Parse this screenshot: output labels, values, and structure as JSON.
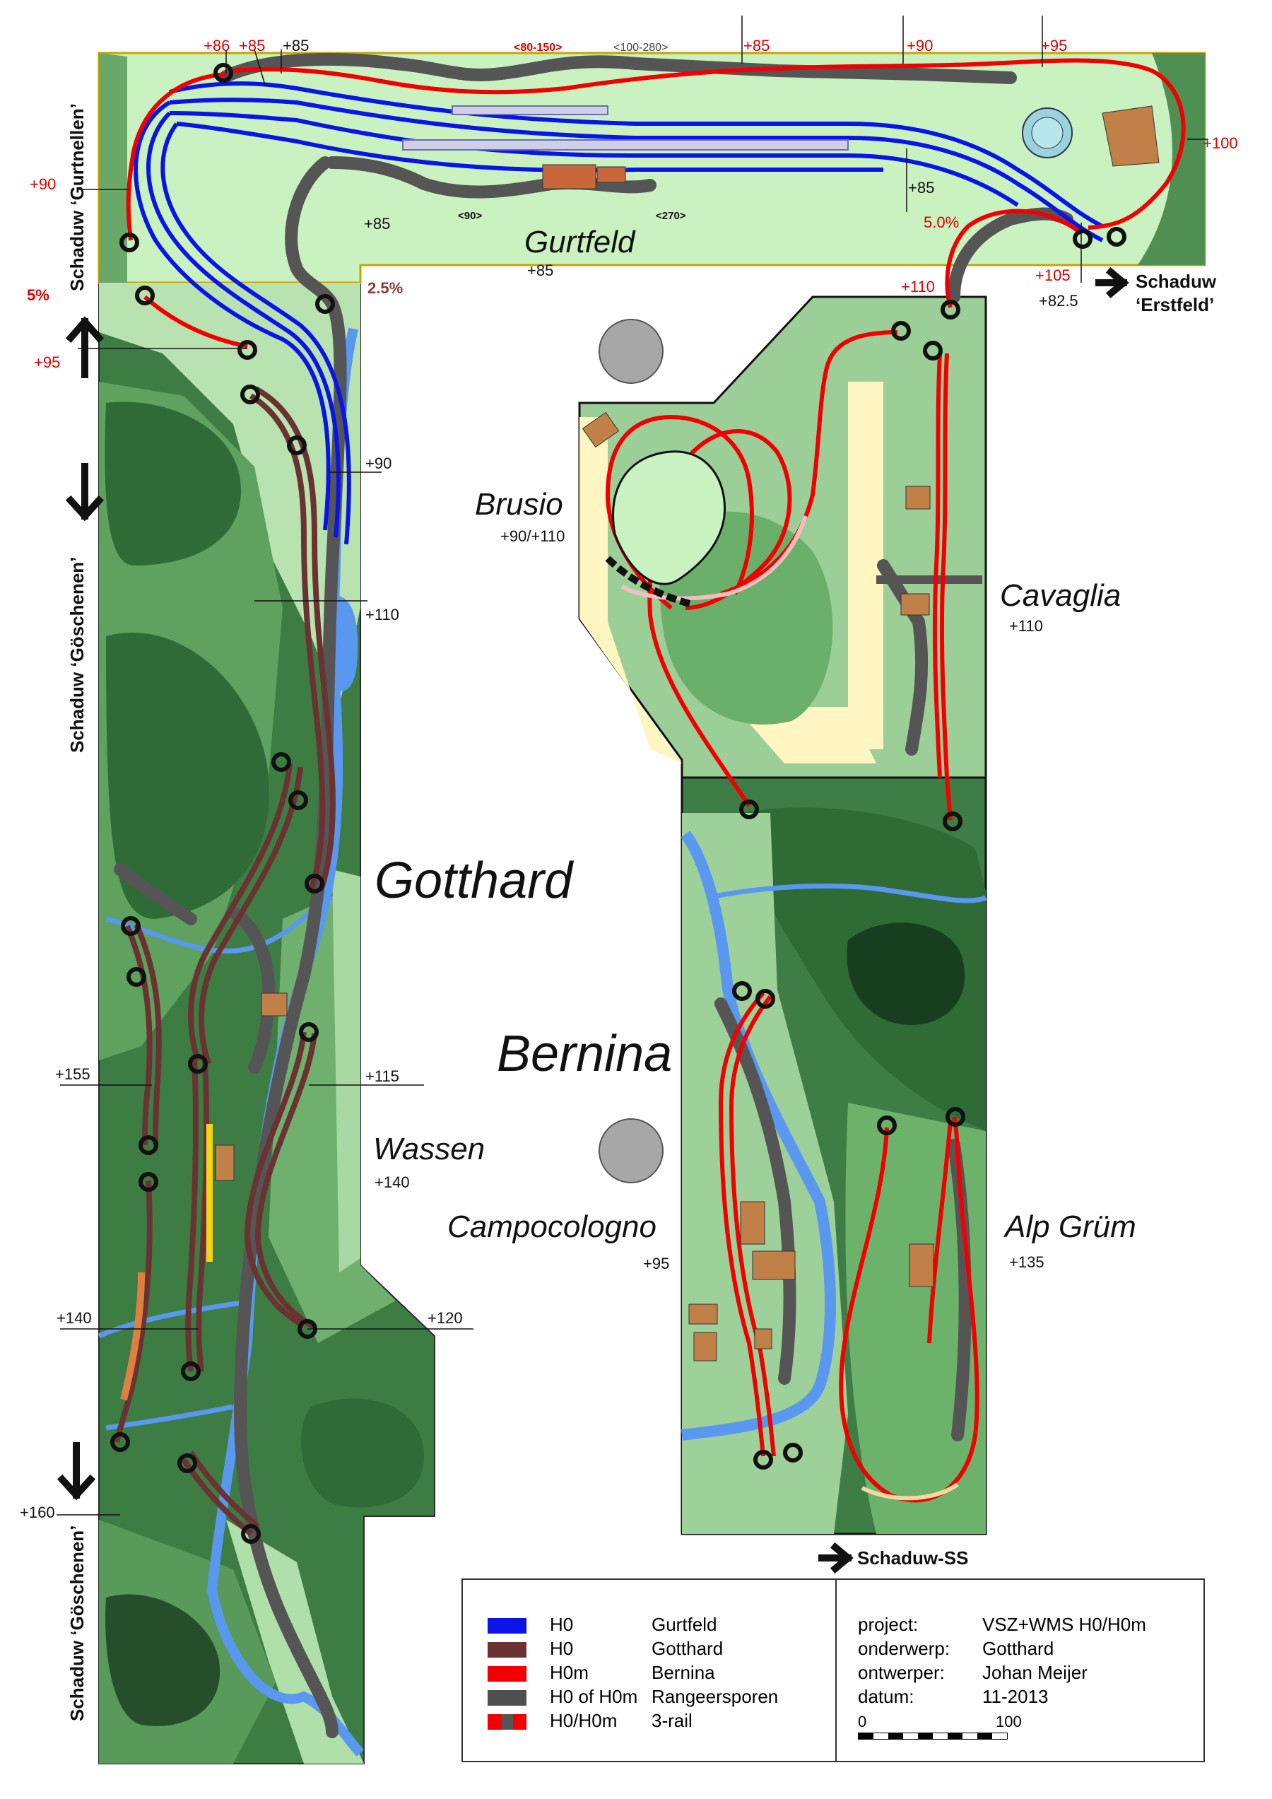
{
  "stations": {
    "gurtfeld": "Gurtfeld",
    "gotthard": "Gotthard",
    "bernina": "Bernina",
    "wassen": "Wassen",
    "brusio": "Brusio",
    "cavaglia": "Cavaglia",
    "campocologno": "Campocologno",
    "alp_grum": "Alp Grüm"
  },
  "heights": {
    "gurtfeld": "+85",
    "brusio": "+90/+110",
    "cavaglia": "+110",
    "wassen": "+140",
    "campocologno": "+95",
    "alp_grum": "+135"
  },
  "shadow_labels": {
    "gurtnellen": "Schaduw ‘Gurtnellen’",
    "goschenen_top": "Schaduw ‘Göschenen’",
    "goschenen_bottom": "Schaduw ‘Göschenen’",
    "erstfeld_1": "Schaduw",
    "erstfeld_2": "‘Erstfeld’",
    "ss": "Schaduw-SS"
  },
  "top_labels": {
    "h86": "+86",
    "h85a": "+85",
    "h85b": "+85",
    "r80_150": "<80-150>",
    "r100_280": "<100-280>",
    "h85c": "+85",
    "h90": "+90",
    "h95": "+95",
    "h100": "+100",
    "h90_left": "+90",
    "h85_in1": "+85",
    "h85_in2": "+85",
    "r90": "<90>",
    "r270": "<270>",
    "g50": "5.0%",
    "h105": "+105",
    "h82_5": "+82.5",
    "h110_top": "+110"
  },
  "side_labels": {
    "pct5": "5%",
    "h95_left": "+95",
    "pct2_5": "2.5%",
    "h90_mid": "+90",
    "h110_mid": "+110",
    "h155": "+155",
    "h115": "+115",
    "h140": "+140",
    "h120": "+120",
    "h160": "+160"
  },
  "legend": {
    "rows": [
      {
        "color": "#0a14e6",
        "gauge": "H0",
        "name": "Gurtfeld"
      },
      {
        "color": "#6b3232",
        "gauge": "H0",
        "name": "Gotthard"
      },
      {
        "color": "#f00000",
        "gauge": "H0m",
        "name": "Bernina"
      },
      {
        "color": "#4f4f4f",
        "gauge": "H0 of H0m",
        "name": "Rangeersporen"
      },
      {
        "color": "#f00000",
        "gauge": "H0/H0m",
        "name": "3-rail"
      }
    ],
    "meta": [
      {
        "key": "project:",
        "value": "VSZ+WMS H0/H0m"
      },
      {
        "key": "onderwerp:",
        "value": "Gotthard"
      },
      {
        "key": "ontwerper:",
        "value": "Johan Meijer"
      },
      {
        "key": "datum:",
        "value": "11-2013"
      }
    ],
    "scale_start": "0",
    "scale_end": "100"
  },
  "colors": {
    "h0_gurtfeld": "#0a14e6",
    "h0_gotthard": "#6b3232",
    "h0m_bernina": "#f00000",
    "sidings": "#4f4f4f",
    "water": "#5a98f0",
    "terrain_light": "#9bd09b",
    "terrain_mid": "#5fa85f",
    "terrain_dark": "#2f6e36"
  }
}
